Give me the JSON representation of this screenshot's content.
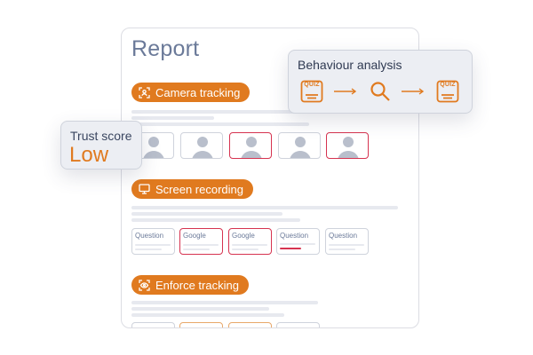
{
  "report": {
    "title": "Report",
    "sections": {
      "camera": {
        "label": "Camera tracking",
        "icon": "camera-focus-icon"
      },
      "screen": {
        "label": "Screen recording",
        "icon": "monitor-icon"
      },
      "enforce": {
        "label": "Enforce tracking",
        "icon": "eye-target-icon"
      }
    },
    "camera_thumbnails": [
      {
        "flagged": false
      },
      {
        "flagged": false
      },
      {
        "flagged": true
      },
      {
        "flagged": false
      },
      {
        "flagged": true
      }
    ],
    "screen_cards": [
      {
        "label": "Question",
        "flagged": false
      },
      {
        "label": "Google",
        "flagged": true
      },
      {
        "label": "Google",
        "flagged": true
      },
      {
        "label": "Question",
        "flagged": false
      },
      {
        "label": "Question",
        "flagged": false
      }
    ]
  },
  "trust": {
    "label": "Trust score",
    "value": "Low"
  },
  "behaviour": {
    "title": "Behaviour analysis",
    "quiz_label": "QUIZ",
    "flow_icons": [
      "quiz-icon",
      "arrow-right-icon",
      "search-icon",
      "arrow-right-icon",
      "quiz-icon"
    ]
  },
  "colors": {
    "accent": "#e07a1f",
    "flag": "#d63350",
    "muted": "#6b7a99",
    "skeleton": "#e7e9ef"
  }
}
